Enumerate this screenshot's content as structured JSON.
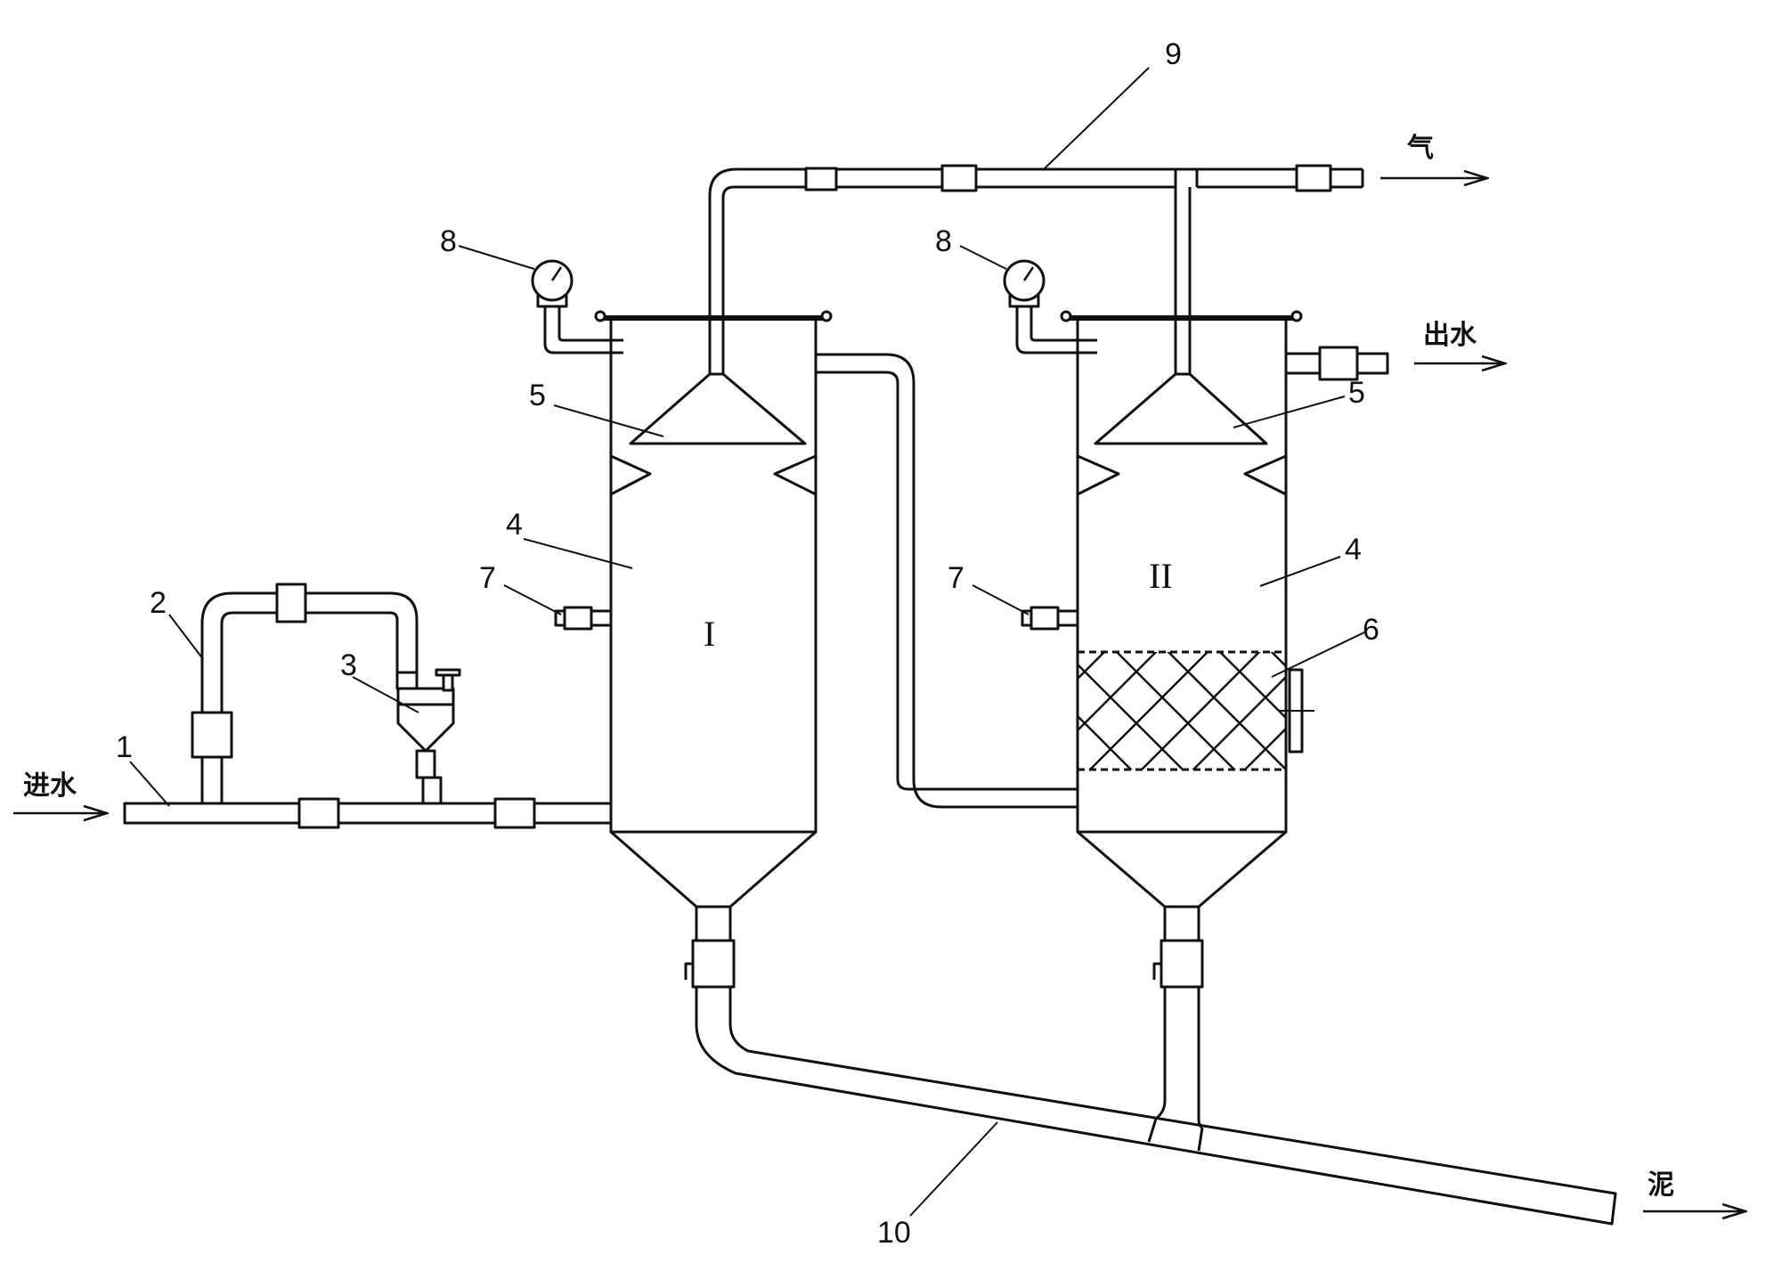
{
  "labels": {
    "inlet_pipe": "1",
    "bypass_pipe": "2",
    "dosing_unit": "3",
    "reactor_body": "4",
    "gas_hood": "5",
    "packing": "6",
    "sampling_valve": "7",
    "pressure_gauge": "8",
    "gas_pipe": "9",
    "sludge_pipe": "10"
  },
  "reactors": {
    "first": "I",
    "second": "II"
  },
  "flows": {
    "water_in": "进水",
    "water_out": "出水",
    "gas_out": "气",
    "sludge_out": "泥"
  }
}
